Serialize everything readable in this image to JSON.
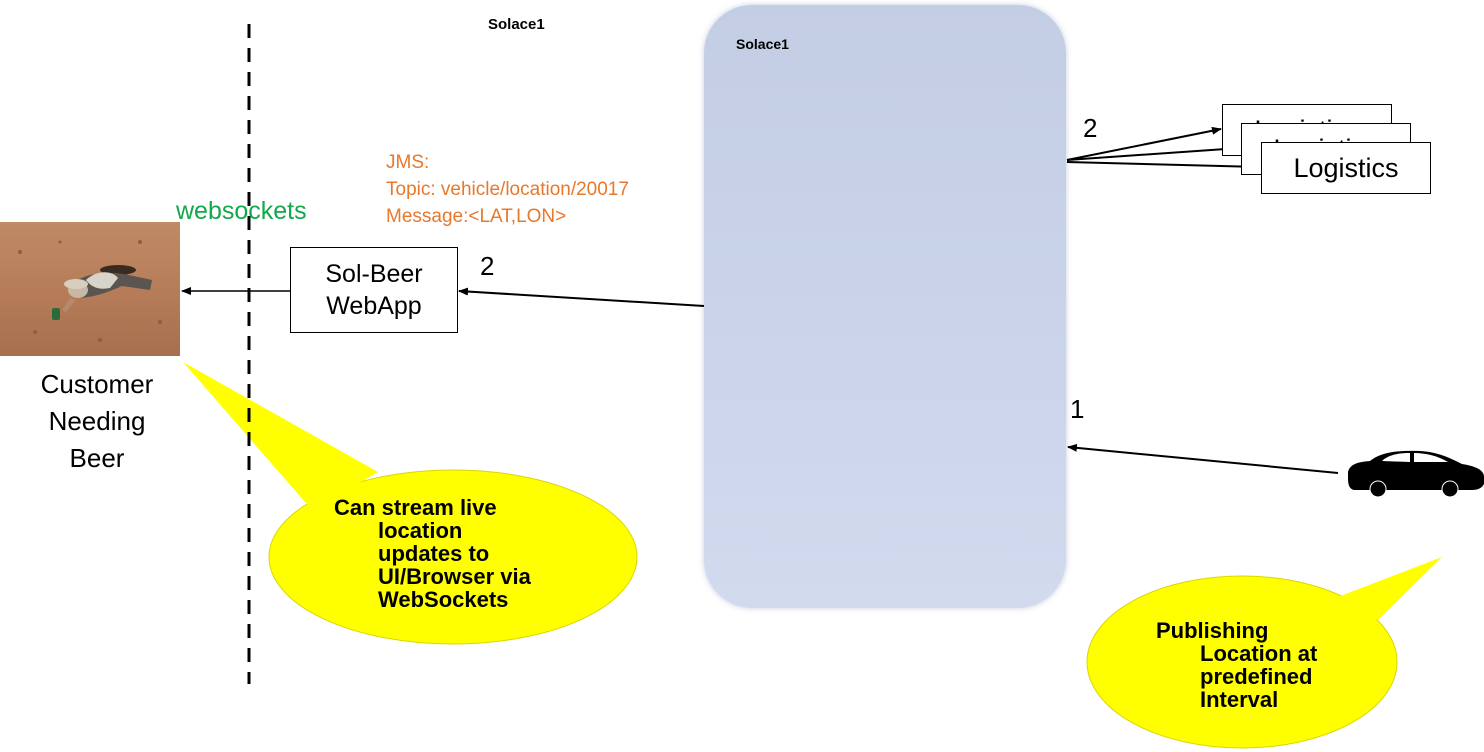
{
  "solace": {
    "label_top": "Solace1",
    "label_inner": "Solace1"
  },
  "websockets_label": "websockets",
  "jms": {
    "line1": "JMS:",
    "line2": "Topic: vehicle/location/20017",
    "line3": "Message:<LAT,LON>"
  },
  "webapp": {
    "line1": "Sol-Beer",
    "line2": "WebApp"
  },
  "customer": {
    "line1": "Customer",
    "line2": "Needing",
    "line3": "Beer"
  },
  "steps": {
    "left_two": "2",
    "right_two": "2",
    "one": "1"
  },
  "logistics": {
    "box1": "Logistics",
    "box2": "Logistics",
    "box3": "Logistics"
  },
  "callout_left": {
    "line1": "Can stream live",
    "line2": "location",
    "line3": "updates to",
    "line4": "UI/Browser via",
    "line5": "WebSockets",
    "color": "#ffff00"
  },
  "callout_right": {
    "line1": "Publishing",
    "line2": "Location at",
    "line3": "predefined",
    "line4": "Interval",
    "color": "#ffff00"
  },
  "icons": {
    "car": "car-icon",
    "photo": "person-lying-in-desert-photo"
  }
}
